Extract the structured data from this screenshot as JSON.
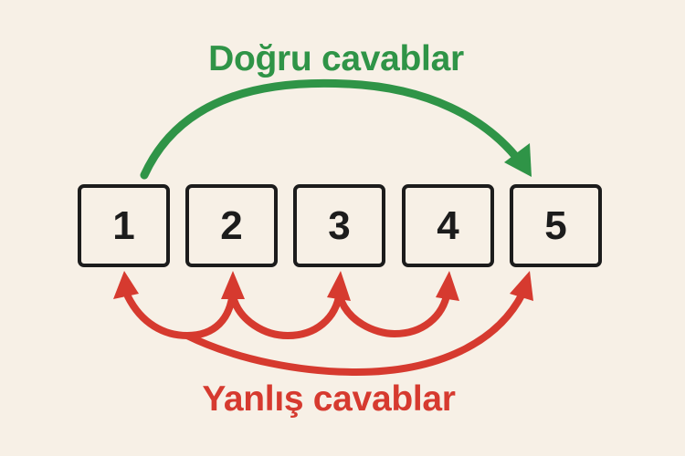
{
  "diagram": {
    "colors": {
      "background": "#f7f0e6",
      "correct": "#2f9447",
      "wrong": "#d63a2f",
      "box_border": "#1c1c1c",
      "box_text": "#1c1c1c"
    },
    "correct_label": "Doğru cavablar",
    "wrong_label": "Yanlış cavablar",
    "boxes": [
      {
        "label": "1"
      },
      {
        "label": "2"
      },
      {
        "label": "3"
      },
      {
        "label": "4"
      },
      {
        "label": "5"
      }
    ],
    "correct_arrow": {
      "from": "1",
      "to": "5"
    },
    "wrong_arrows": [
      {
        "from": "1",
        "to": "2"
      },
      {
        "from": "2",
        "to": "3"
      },
      {
        "from": "3",
        "to": "4"
      },
      {
        "from": "1",
        "to": "5"
      }
    ]
  }
}
